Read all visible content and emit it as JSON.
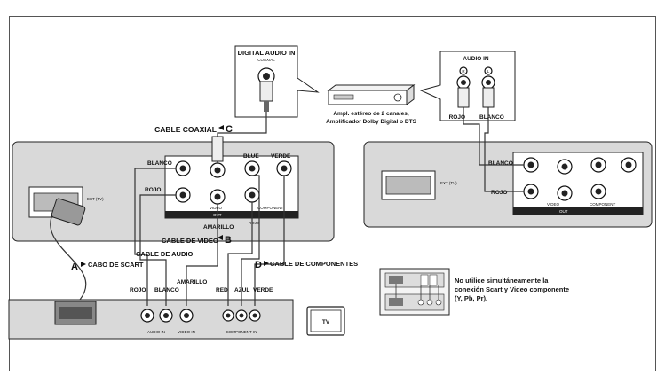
{
  "labels": {
    "digital_audio_in": "DIGITAL AUDIO IN",
    "coaxial": "COAXIAL",
    "amp_line1": "Ampl. estéreo de 2 canales,",
    "amp_line2": "Amplificador Dolby Digital o DTS",
    "cable_coaxial": "CABLE COAXIAL",
    "letter_c": "C",
    "audio_in": "AUDIO IN",
    "rojo": "ROJO",
    "blanco": "BLANCO",
    "blue": "BLUE",
    "verde": "VERDE",
    "rojo_small": "ROJO",
    "amarillo": "AMARILLO",
    "out": "OUT",
    "component": "COMPONENT",
    "video": "VIDEO",
    "cable_de_video": "CABLE DE VIDEO",
    "letter_b": "B",
    "cable_de_audio": "CABLE DE AUDIO",
    "letter_a": "A",
    "cabo_de_scart": "CABO DE SCART",
    "letter_d": "D",
    "cable_de_componentes": "CABLE DE COMPONENTES",
    "red": "RED",
    "azul": "AZUL",
    "audio_in_tv": "AUDIO IN",
    "video_in": "VIDEO IN",
    "component_in": "COMPONENT IN",
    "tv": "TV",
    "ext_tv": "EXT (TV)",
    "note_line1": "No utilice simultáneamente la",
    "note_line2": "conexión Scart y Video componente",
    "note_line3": "(Y, Pb, Pr)."
  },
  "colors": {
    "panel": "#d9d9d9",
    "line": "#222222",
    "background": "#ffffff"
  }
}
